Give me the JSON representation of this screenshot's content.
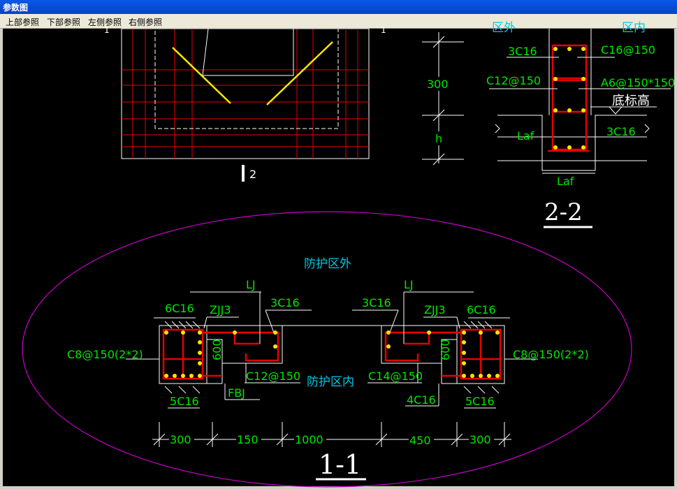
{
  "window": {
    "title": "参数图"
  },
  "menu": [
    {
      "label": "上部参照"
    },
    {
      "label": "下部参照"
    },
    {
      "label": "左侧参照"
    },
    {
      "label": "右侧参照"
    }
  ],
  "drawing": {
    "top_marks": {
      "left": "1",
      "right": "1",
      "section2_mark": "2"
    },
    "dim_vertical": {
      "a": "300",
      "b": "h"
    },
    "section22": {
      "title": "2-2",
      "top_left": "区外",
      "top_right": "区内",
      "bar_top_left": "3C16",
      "bar_top_right": "C16@150",
      "bar_mid_left": "C12@150",
      "bar_mid_right": "A6@150*150",
      "bottom_elev": "底标高",
      "bar_bottom_right": "3C16",
      "laf_left": "Laf",
      "laf_bottom": "Laf"
    },
    "section11": {
      "title": "1-1",
      "outside": "防护区外",
      "inside": "防护区内",
      "left": {
        "top_bars": "6C16",
        "zjj": "ZJJ3",
        "lj": "LJ",
        "lj_bars": "3C16",
        "ties": "C8@150(2*2)",
        "height": "600",
        "bot_bars": "5C16",
        "fbj": "FBJ",
        "stirrup": "C12@150"
      },
      "right": {
        "lj": "LJ",
        "lj_bars": "3C16",
        "zjj": "ZJJ3",
        "top_bars": "6C16",
        "ties": "C8@150(2*2)",
        "height": "600",
        "stirrup": "C14@150",
        "bot_bars_inner": "4C16",
        "bot_bars": "5C16"
      },
      "dims": [
        "300",
        "150",
        "1000",
        "450",
        "300"
      ]
    }
  },
  "colors": {
    "green": "#00e600",
    "cyan": "#00c8e6",
    "red": "#e60000",
    "yellow": "#ffe600",
    "magenta": "#e600e6",
    "white": "#ffffff"
  }
}
